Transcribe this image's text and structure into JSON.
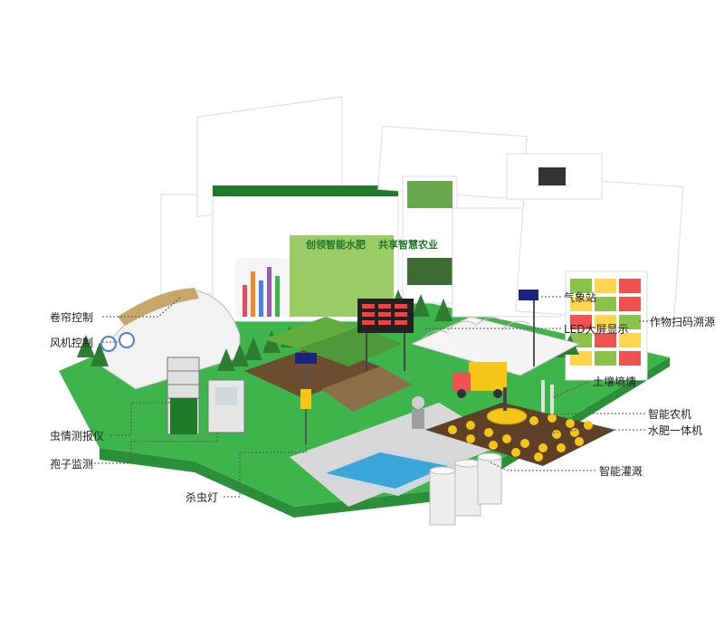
{
  "banner": {
    "slogan_left": "创领智能水肥",
    "slogan_right": "共享智慧农业"
  },
  "callouts": {
    "curtain_control": "卷帘控制",
    "fan_control": "风机控制",
    "insect_forecast": "虫情测报仪",
    "spore_monitor": "孢子监测",
    "insect_lamp": "杀虫灯",
    "weather_station": "气象站",
    "led_display": "LED大屏显示",
    "crop_trace": "作物扫码溯源",
    "soil_moisture": "土壤墒情",
    "smart_machine": "智能农机",
    "water_fertilizer": "水肥一体机",
    "smart_irrigation": "智能灌溉"
  },
  "colors": {
    "ground_green": "#3db54a",
    "ground_dark": "#2a8f38",
    "path_gray": "#dcdcdc",
    "water_blue": "#3aa6d9",
    "truck_yellow": "#f5c518",
    "accent_green": "#1f7a2a",
    "led_red": "#ff3b3b"
  }
}
